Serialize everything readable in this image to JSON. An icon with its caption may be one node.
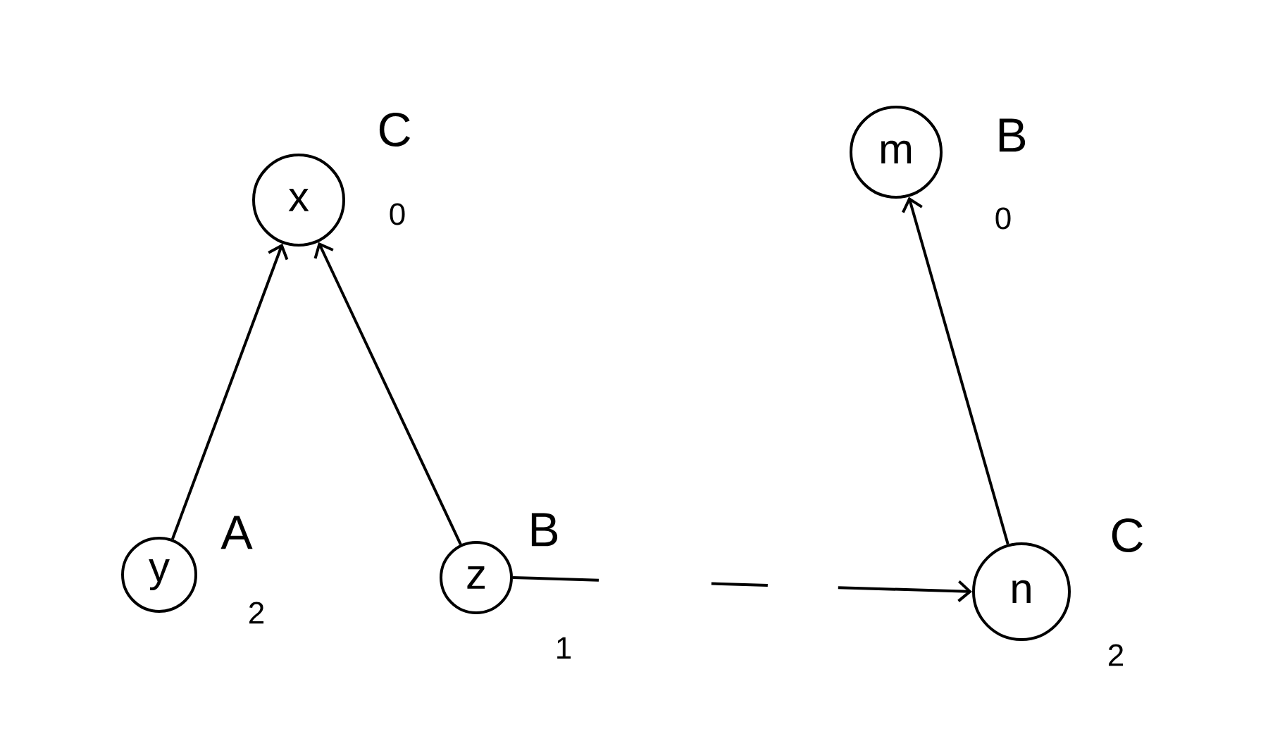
{
  "diagram": {
    "nodes": [
      {
        "text": [
          "x"
        ],
        "beside": [
          "C",
          "0"
        ]
      },
      {
        "text": [
          "y"
        ],
        "beside": [
          "A",
          "2"
        ]
      },
      {
        "text": [
          "z"
        ],
        "beside": [
          "B",
          "1"
        ]
      },
      {
        "text": [
          "m"
        ],
        "beside": [
          "B",
          "0"
        ]
      },
      {
        "text": [
          "n"
        ],
        "beside": [
          "C",
          "2"
        ]
      }
    ],
    "edges": [
      {
        "from": 1,
        "to": 0,
        "arrow": "to"
      },
      {
        "from": 2,
        "to": 0,
        "arrow": "to"
      },
      {
        "from": 4,
        "to": 3,
        "arrow": "to"
      },
      {
        "from": 2,
        "to": 4,
        "arrow": "to",
        "style": "dashed"
      }
    ]
  }
}
